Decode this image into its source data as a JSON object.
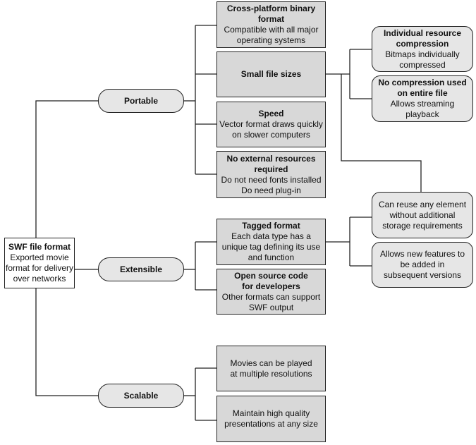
{
  "root": {
    "title": "SWF file format",
    "body": "Exported movie\nformat for delivery\nover networks"
  },
  "categories": {
    "portable": "Portable",
    "extensible": "Extensible",
    "scalable": "Scalable"
  },
  "portable": {
    "cross_platform": {
      "title": "Cross-platform binary\nformat",
      "body": "Compatible with all major\noperating systems"
    },
    "small_file": {
      "title": "Small file sizes"
    },
    "speed": {
      "title": "Speed",
      "body": "Vector format draws quickly\non slower computers"
    },
    "no_external": {
      "title": "No external resources\nrequired",
      "body": "Do not need fonts installed\nDo need plug-in"
    }
  },
  "compression": {
    "individual": {
      "title": "Individual resource\ncompression",
      "body": "Bitmaps individually\ncompressed"
    },
    "none": {
      "title": "No compression used\non entire file",
      "body": "Allows streaming\nplayback"
    }
  },
  "extensible": {
    "tagged": {
      "title": "Tagged format",
      "body": "Each data type has a\nunique tag defining its use\nand function"
    },
    "open_source": {
      "title": "Open source code\nfor developers",
      "body": "Other formats can support\nSWF output"
    }
  },
  "tagged_benefits": {
    "reuse": {
      "body": "Can reuse any element\nwithout additional\nstorage requirements"
    },
    "new_features": {
      "body": "Allows new features to\nbe added in\nsubsequent versions"
    }
  },
  "scalable": {
    "resolutions": {
      "body": "Movies can be played\nat multiple resolutions"
    },
    "quality": {
      "body": "Maintain high quality\npresentations at any size"
    }
  }
}
